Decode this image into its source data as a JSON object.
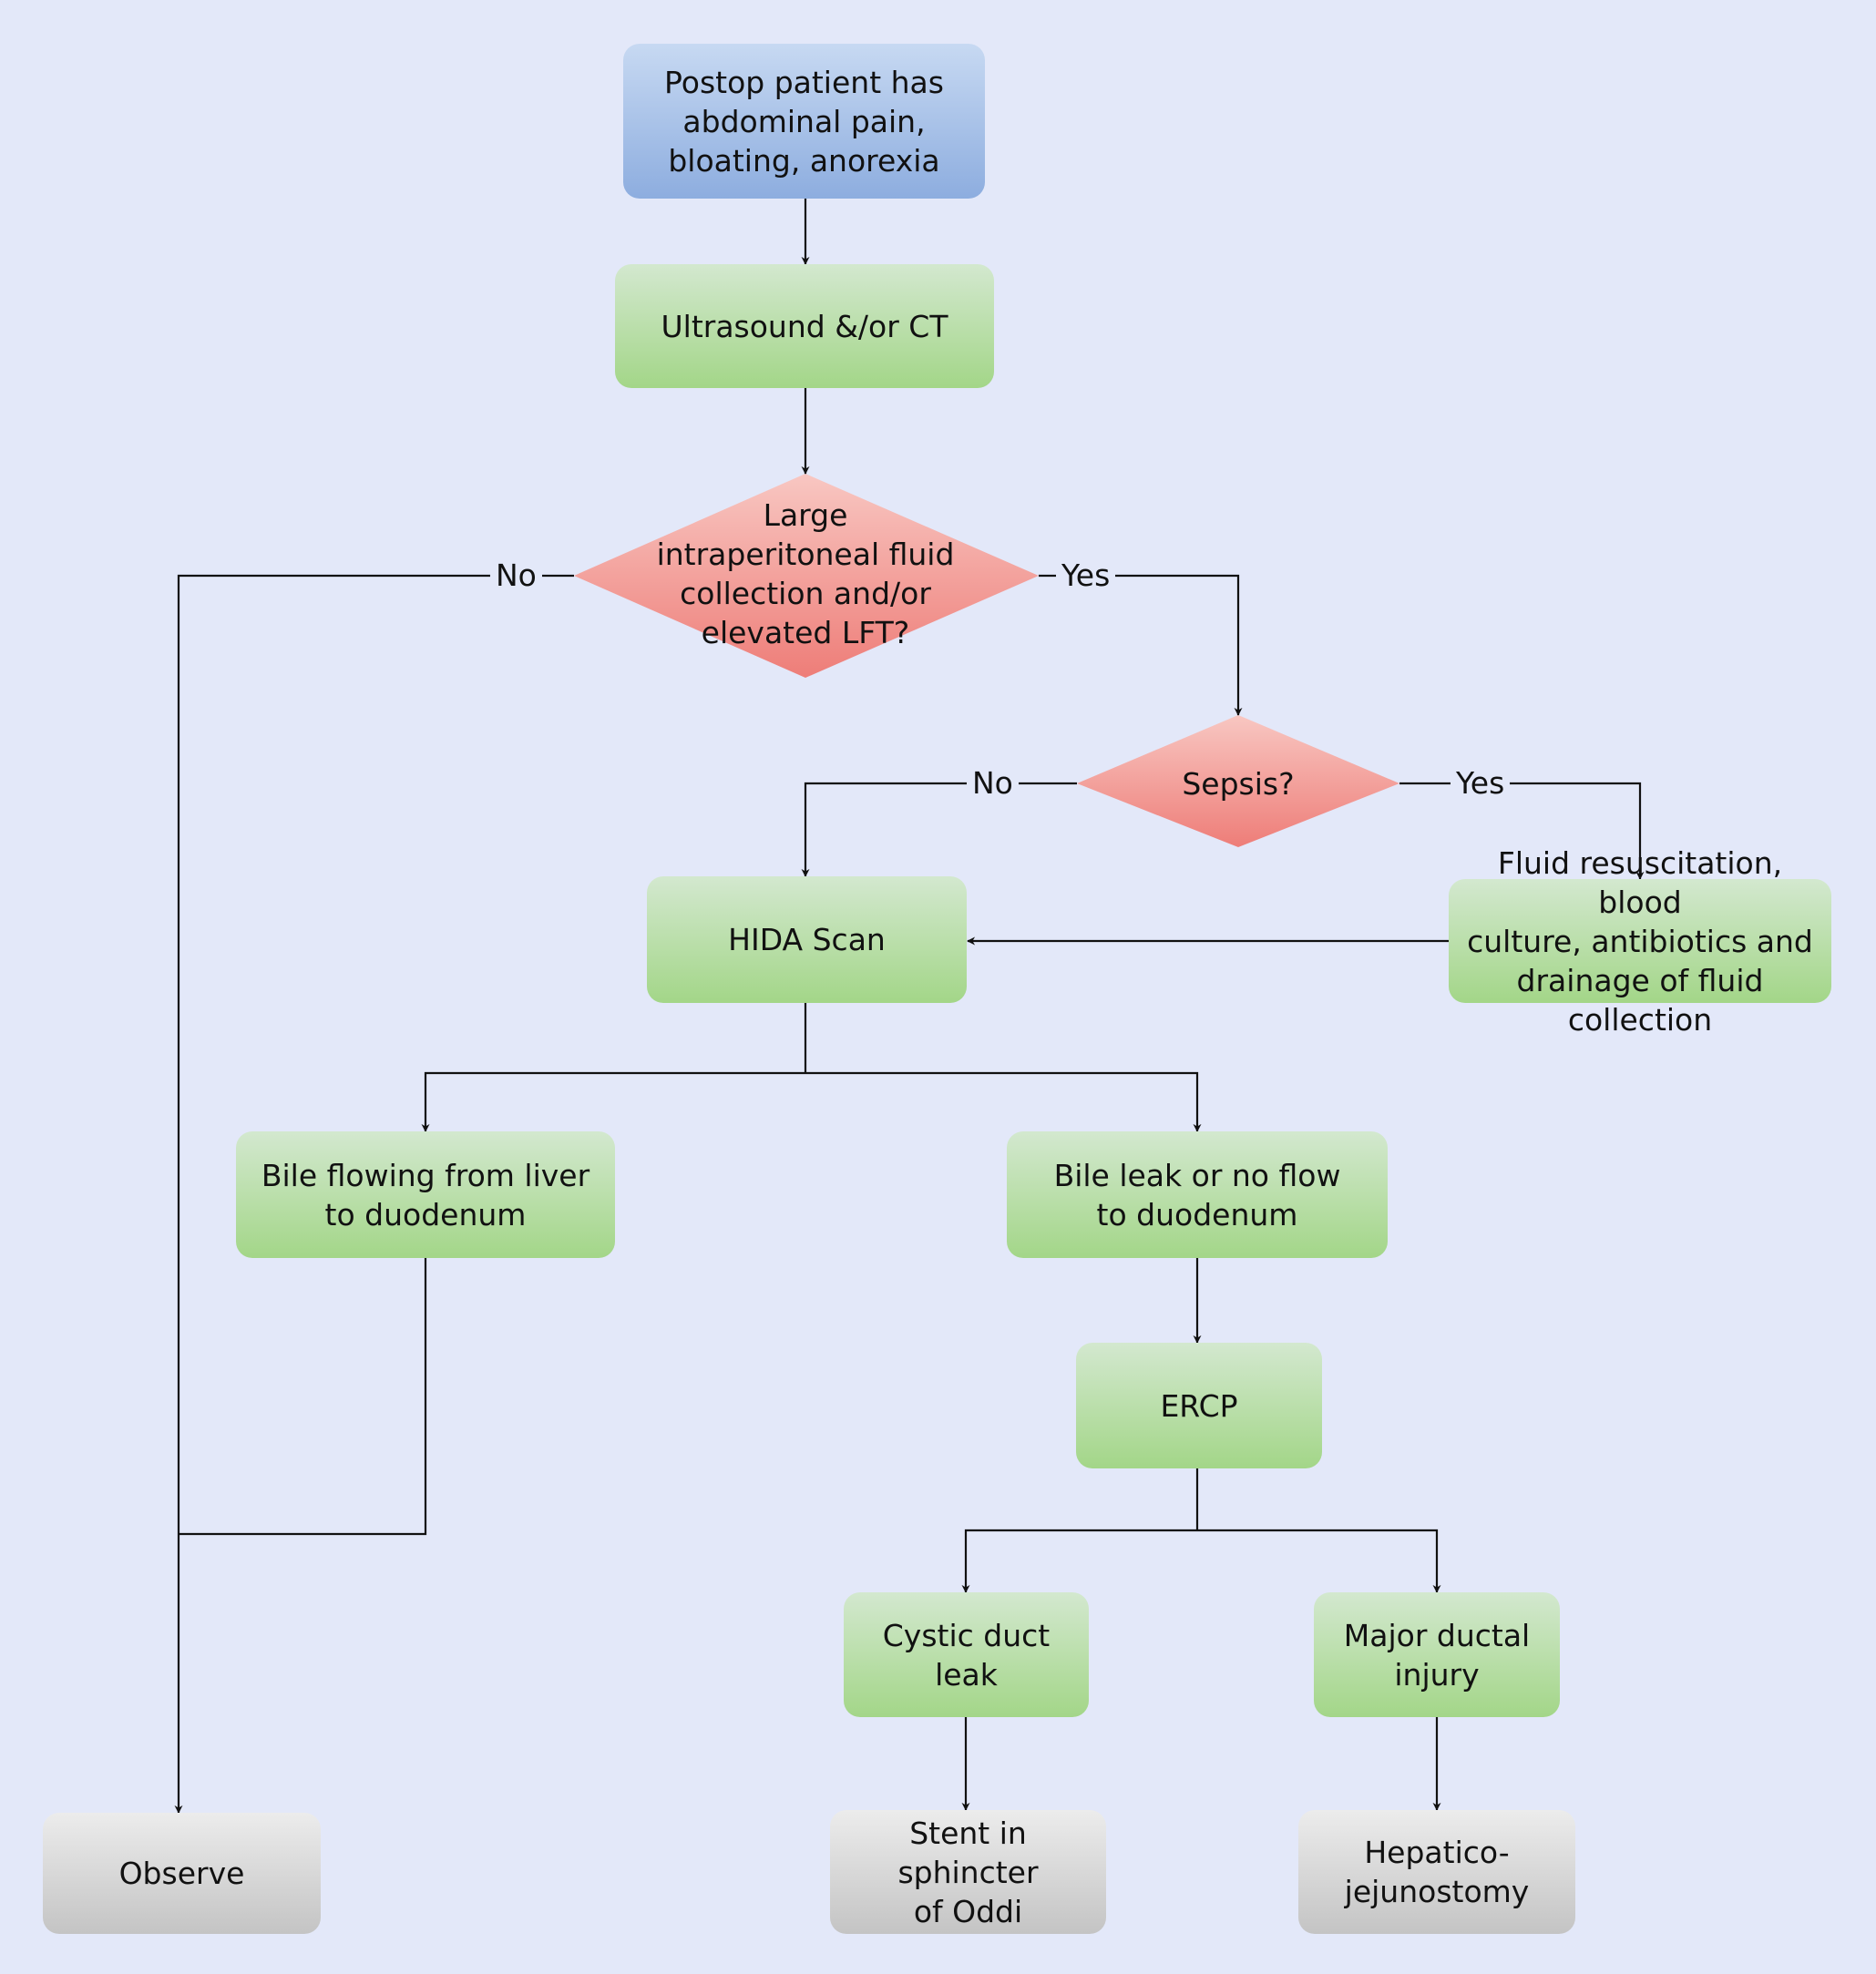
{
  "nodes": {
    "start": "Postop patient has\nabdominal pain,\nbloating, anorexia",
    "imaging": "Ultrasound &/or CT",
    "decision_fluid": "Large\nintraperitoneal fluid\ncollection and/or\nelevated LFT?",
    "decision_sepsis": "Sepsis?",
    "hida": "HIDA Scan",
    "resuscitation": "Fluid resuscitation, blood\nculture, antibiotics and\ndrainage of fluid collection",
    "bile_flowing": "Bile flowing from liver\nto duodenum",
    "bile_leak": "Bile leak or no flow\nto duodenum",
    "ercp": "ERCP",
    "cystic": "Cystic duct\nleak",
    "major": "Major ductal\ninjury",
    "observe": "Observe",
    "stent": "Stent in sphincter\nof Oddi",
    "hepatico": "Hepatico-\njejunostomy"
  },
  "edge_labels": {
    "fluid_no": "No",
    "fluid_yes": "Yes",
    "sepsis_no": "No",
    "sepsis_yes": "Yes"
  },
  "colors": {
    "start": "#8daddf",
    "process": "#a3d688",
    "decision": "#ee7d78",
    "terminal": "#c4c4c4",
    "background": "#e3e8f9"
  }
}
